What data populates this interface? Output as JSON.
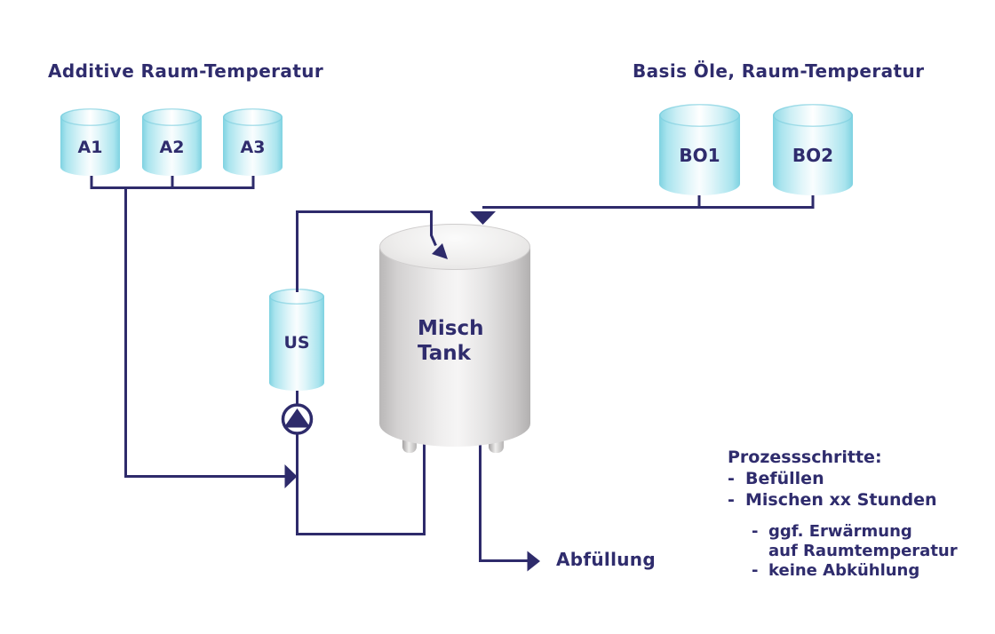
{
  "colors": {
    "line": "#2e2b6b",
    "text": "#2f2c6d",
    "cylinder_cyan": "#7ed2e1",
    "tank_gray": "#d3d1d1"
  },
  "additives": {
    "heading": "Additive Raum-Temperatur",
    "tanks": [
      {
        "label": "A1"
      },
      {
        "label": "A2"
      },
      {
        "label": "A3"
      }
    ]
  },
  "base_oils": {
    "heading": "Basis Öle, Raum-Temperatur",
    "tanks": [
      {
        "label": "BO1"
      },
      {
        "label": "BO2"
      }
    ]
  },
  "us_tank": {
    "label": "US"
  },
  "misch_tank": {
    "line1": "Misch",
    "line2": "Tank"
  },
  "output": {
    "label": "Abfüllung"
  },
  "process_steps": {
    "title": "Prozessschritte:",
    "bullet": "-",
    "items": [
      {
        "text": "Befüllen"
      },
      {
        "text": "Mischen xx Stunden"
      }
    ],
    "sub_steps": [
      {
        "bullet": "-",
        "text": "ggf. Erwärmung"
      },
      {
        "bullet": "",
        "text": "auf Raumtemperatur"
      },
      {
        "bullet": "-",
        "text": "keine Abkühlung"
      }
    ]
  },
  "icons": {
    "pump": "up-triangle-in-circle",
    "arrows": "filled-triangle"
  }
}
